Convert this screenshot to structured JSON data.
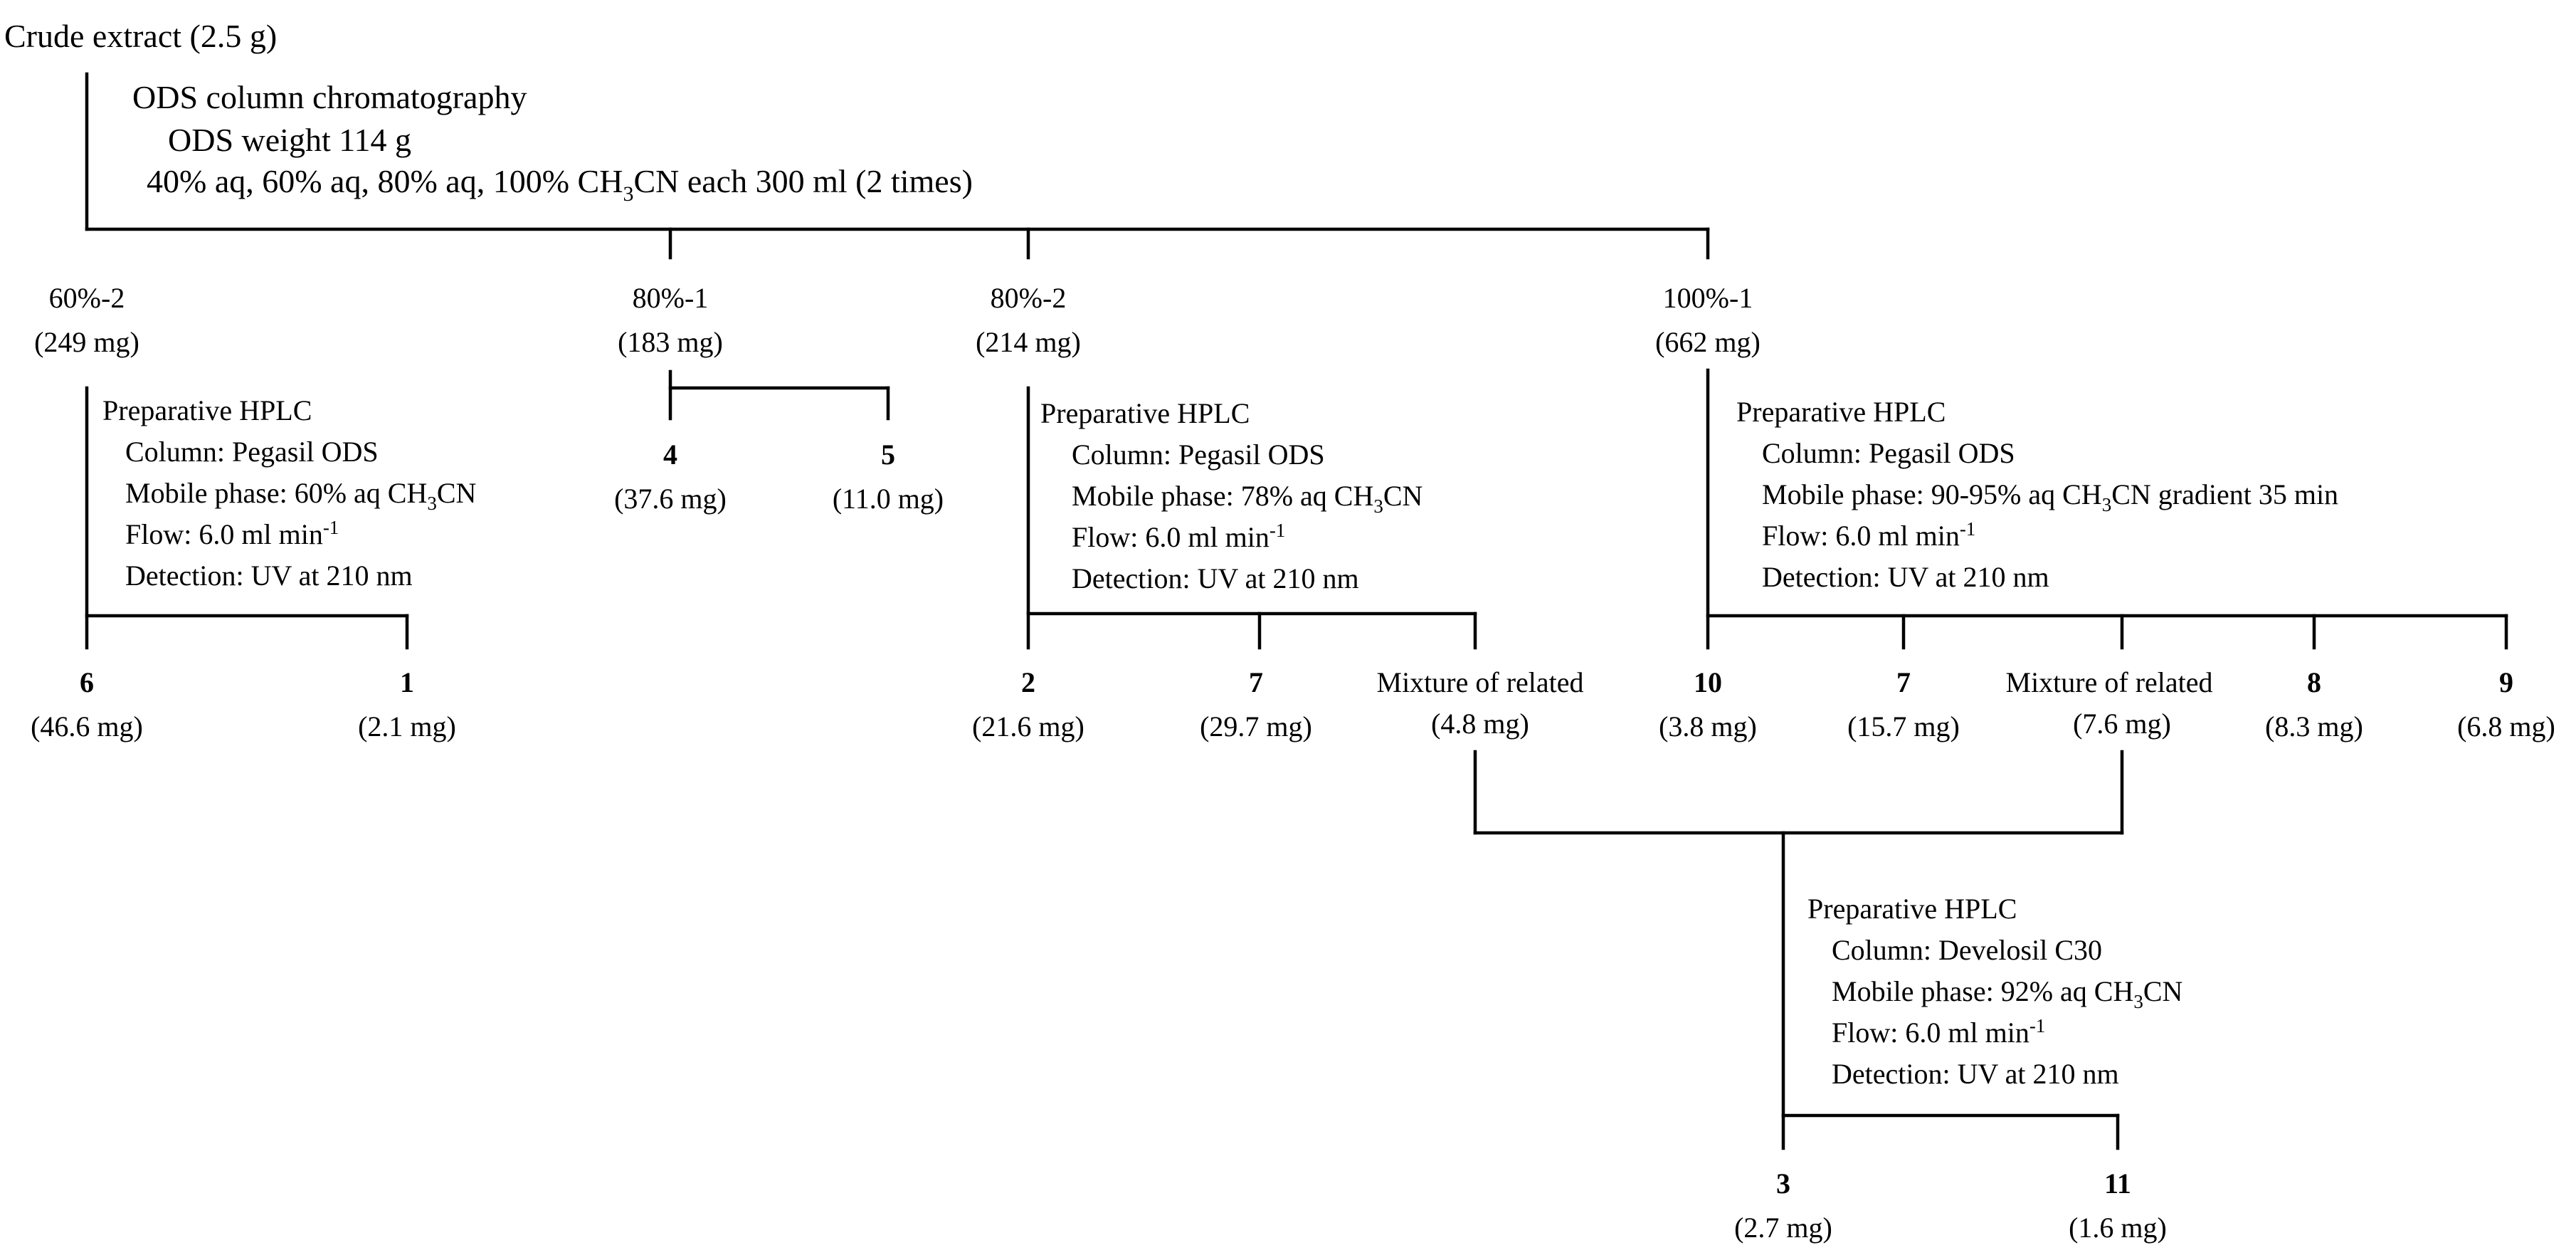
{
  "root": {
    "title": "Crude extract (2.5 g)",
    "method": "ODS column chromatography",
    "weight": "ODS weight 114 g",
    "elution_pre": "40% aq, 60% aq, 80% aq, 100% CH",
    "elution_sub": "3",
    "elution_post": "CN each 300 ml (2 times)"
  },
  "fractions": {
    "f60_2": {
      "name": "60%-2",
      "mass": "(249 mg)"
    },
    "f80_1": {
      "name": "80%-1",
      "mass": "(183 mg)"
    },
    "f80_2": {
      "name": "80%-2",
      "mass": "(214 mg)"
    },
    "f100_1": {
      "name": "100%-1",
      "mass": "(662 mg)"
    }
  },
  "hplc_60": {
    "title": "Preparative HPLC",
    "column": "Column: Pegasil ODS",
    "mobile_pre": "Mobile phase: 60% aq CH",
    "mobile_sub": "3",
    "mobile_post": "CN",
    "flow_pre": "Flow: 6.0 ml min",
    "flow_sup": "-1",
    "detection": "Detection: UV at 210 nm"
  },
  "hplc_80": {
    "title": "Preparative HPLC",
    "column": "Column: Pegasil ODS",
    "mobile_pre": "Mobile phase: 78% aq CH",
    "mobile_sub": "3",
    "mobile_post": "CN",
    "flow_pre": "Flow: 6.0 ml min",
    "flow_sup": "-1",
    "detection": "Detection: UV at 210 nm"
  },
  "hplc_100": {
    "title": "Preparative HPLC",
    "column": "Column: Pegasil ODS",
    "mobile_pre": "Mobile phase: 90-95% aq CH",
    "mobile_sub": "3",
    "mobile_post": "CN gradient  35 min",
    "flow_pre": "Flow: 6.0 ml min",
    "flow_sup": "-1",
    "detection": "Detection: UV at 210 nm"
  },
  "hplc_mix": {
    "title": "Preparative HPLC",
    "column": "Column: Develosil C30",
    "mobile_pre": "Mobile phase: 92% aq CH",
    "mobile_sub": "3",
    "mobile_post": "CN",
    "flow_pre": "Flow: 6.0 ml min",
    "flow_sup": "-1",
    "detection": "Detection: UV at 210 nm"
  },
  "compounds": {
    "c6": {
      "id": "6",
      "mass": "(46.6 mg)"
    },
    "c1": {
      "id": "1",
      "mass": "(2.1 mg)"
    },
    "c4": {
      "id": "4",
      "mass": "(37.6 mg)"
    },
    "c5": {
      "id": "5",
      "mass": "(11.0 mg)"
    },
    "c2": {
      "id": "2",
      "mass": "(21.6 mg)"
    },
    "c7a": {
      "id": "7",
      "mass": "(29.7 mg)"
    },
    "mix_a": {
      "label": "Mixture of related",
      "mass": "(4.8 mg)"
    },
    "c10": {
      "id": "10",
      "mass": "(3.8 mg)"
    },
    "c7b": {
      "id": "7",
      "mass": "(15.7 mg)"
    },
    "mix_b": {
      "label": "Mixture of related",
      "mass": "(7.6 mg)"
    },
    "c8": {
      "id": "8",
      "mass": "(8.3 mg)"
    },
    "c9": {
      "id": "9",
      "mass": "(6.8 mg)"
    },
    "c3": {
      "id": "3",
      "mass": "(2.7 mg)"
    },
    "c11": {
      "id": "11",
      "mass": "(1.6 mg)"
    }
  }
}
